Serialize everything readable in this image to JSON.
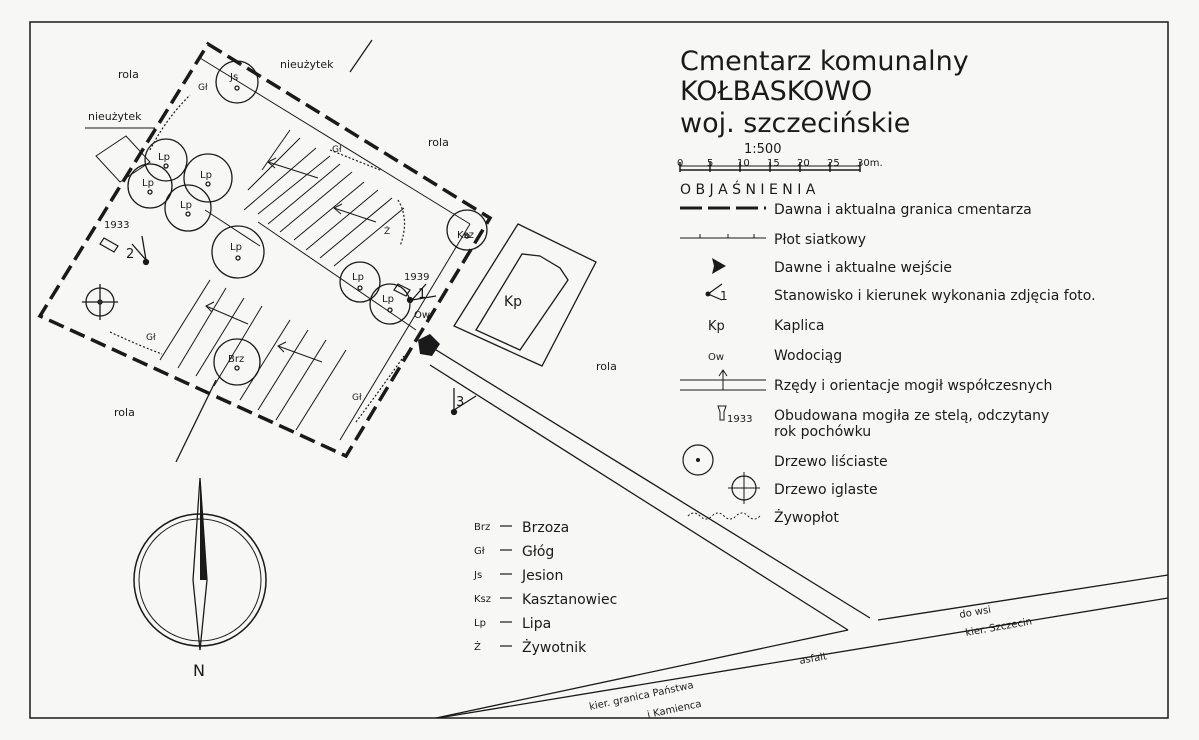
{
  "title": {
    "line1": "Cmentarz komunalny",
    "line2": "KOŁBASKOWO",
    "line3": "woj. szczecińskie"
  },
  "scale": {
    "label": "1:500",
    "ticks": [
      "0",
      "5",
      "10",
      "15",
      "20",
      "25",
      "30m."
    ]
  },
  "legend": {
    "heading": "O B J A Ś N I E N I A",
    "items": [
      {
        "symbol": "dashed-boundary",
        "text": "Dawna i aktualna granica cmentarza"
      },
      {
        "symbol": "fence",
        "text": "Płot siatkowy"
      },
      {
        "symbol": "entrance-arrow",
        "text": "Dawne i aktualne wejście"
      },
      {
        "symbol": "photo-station",
        "code": "1",
        "text": "Stanowisko i kierunek wykonania zdjęcia foto."
      },
      {
        "symbol": "text-code",
        "code": "Kp",
        "text": "Kaplica"
      },
      {
        "symbol": "text-code",
        "code": "Ow",
        "text": "Wodociąg"
      },
      {
        "symbol": "rows-arrow",
        "text": "Rzędy i orientacje mogił współczesnych"
      },
      {
        "symbol": "grave-stele",
        "code": "1933",
        "text": "Obudowana mogiła ze stelą, odczytany",
        "text2": "rok pochówku"
      },
      {
        "symbol": "deciduous-tree",
        "text": "Drzewo liściaste"
      },
      {
        "symbol": "conifer-tree",
        "text": "Drzewo iglaste"
      },
      {
        "symbol": "hedge",
        "text": "Żywopłot"
      }
    ]
  },
  "species": [
    {
      "code": "Brz",
      "name": "Brzoza"
    },
    {
      "code": "Gł",
      "name": "Głóg"
    },
    {
      "code": "Js",
      "name": "Jesion"
    },
    {
      "code": "Ksz",
      "name": "Kasztanowiec"
    },
    {
      "code": "Lp",
      "name": "Lipa"
    },
    {
      "code": "Ż",
      "name": "Żywotnik"
    }
  ],
  "map": {
    "land": {
      "rola": "rola",
      "nieuzytek": "nieużytek"
    },
    "trees": {
      "js": "Js",
      "lp": "Lp",
      "ksz": "Ksz",
      "brz": "Brz"
    },
    "hedges": {
      "gl": "Gł",
      "z": "Ż"
    },
    "chapel": "Kp",
    "water": "Ow",
    "years": {
      "a": "1933",
      "b": "1939"
    },
    "photo_numbers": {
      "a": "1",
      "b": "2",
      "c": "3"
    },
    "roads": {
      "to_village_1": "do wsi",
      "to_village_2": "kier. Szczecin",
      "asphalt": "asfalt",
      "border_1": "kier. granica Państwa",
      "border_2": "i Kamienca"
    },
    "north": "N"
  },
  "colors": {
    "ink": "#1a1a1a",
    "paper": "#f7f7f5"
  }
}
